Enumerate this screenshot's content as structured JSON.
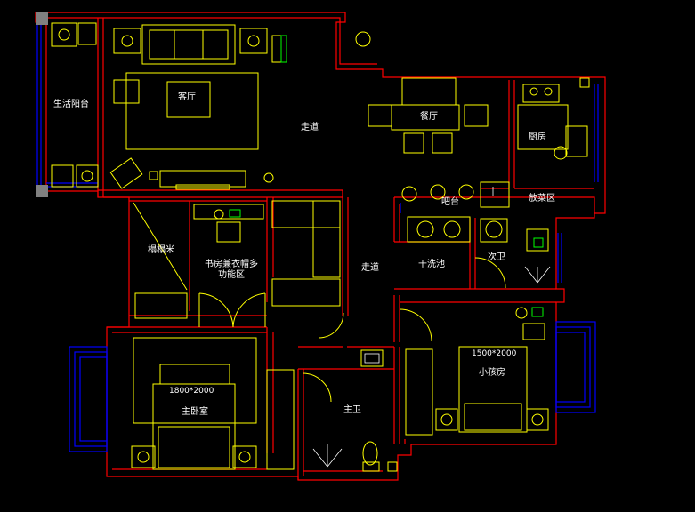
{
  "rooms": {
    "utility_balcony": "生活阳台",
    "living_room": "客厅",
    "corridor_top": "走道",
    "dining_room": "餐厅",
    "kitchen": "厨房",
    "storage_zone": "放菜区",
    "bar_counter": "吧台",
    "tatami": "榻榻米",
    "study": "书房兼衣帽多功能区",
    "corridor_mid": "走道",
    "dry_sink": "干洗池",
    "second_bath": "次卫",
    "kids_room": "小孩房",
    "kids_bed_size": "1500*2000",
    "master_bedroom": "主卧室",
    "master_bed_size": "1800*2000",
    "main_bath": "主卫"
  },
  "colors": {
    "wall": "#ff0000",
    "furniture": "#ffff00",
    "window": "#0000ff",
    "annotation": "#ffffff",
    "fixture": "#00ff00",
    "background": "#000000"
  }
}
